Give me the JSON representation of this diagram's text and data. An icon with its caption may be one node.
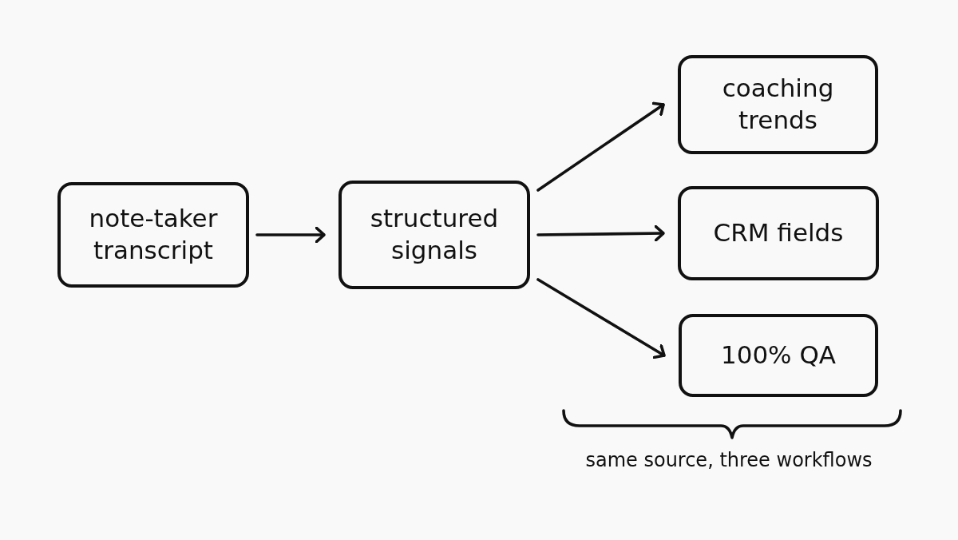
{
  "diagram": {
    "nodes": [
      {
        "text": [
          "note-taker transcript"
        ]
      },
      {
        "text": [
          "structured signals"
        ]
      },
      {
        "text": [
          "coaching trends"
        ]
      },
      {
        "text": [
          "CRM fields"
        ]
      },
      {
        "text": [
          "100% QA"
        ]
      }
    ],
    "edges": [
      {
        "from": 0,
        "to": 1,
        "arrow": "to"
      },
      {
        "from": 1,
        "to": 2,
        "arrow": "to"
      },
      {
        "from": 1,
        "to": 3,
        "arrow": "to"
      },
      {
        "from": 1,
        "to": 4,
        "arrow": "to"
      }
    ],
    "labels": [
      "same source, three workflows"
    ]
  }
}
